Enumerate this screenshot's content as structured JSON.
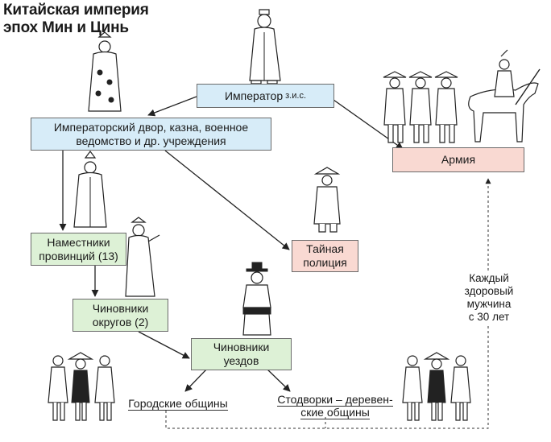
{
  "title": {
    "line1": "Китайская империя",
    "line2": "эпох Мин и Цинь"
  },
  "nodes": {
    "emperor": {
      "label": "Император",
      "sup": "з.и.с."
    },
    "court": {
      "line1": "Императорский двор, казна, военное",
      "line2": "ведомство и др. учреждения"
    },
    "army": {
      "label": "Армия"
    },
    "secret_police": {
      "line1": "Тайная",
      "line2": "полиция"
    },
    "governors": {
      "line1": "Наместники",
      "line2": "провинций (13)"
    },
    "district_officials": {
      "line1": "Чиновники",
      "line2": "округов (2)"
    },
    "county_officials": {
      "line1": "Чиновники",
      "line2": "уездов"
    },
    "city_communities": {
      "label": "Городские общины"
    },
    "village_communities": {
      "line1": "Стодворки – деревен-",
      "line2": "ские общины"
    }
  },
  "conscription_note": {
    "line1": "Каждый",
    "line2": "здоровый",
    "line3": "мужчина",
    "line4": "с 30 лет"
  },
  "colors": {
    "blue_box": "#d7ecf8",
    "pink_box": "#f9d9d2",
    "green_box": "#ddf1d6",
    "border": "#6b6b6b",
    "arrow": "#222222"
  },
  "illustrations": [
    "emperor-figure-icon",
    "court-official-figure-icon",
    "soldiers-group-icon",
    "cavalry-rider-icon",
    "governor-figure-icon",
    "district-official-figure-icon",
    "secret-police-figure-icon",
    "county-official-figure-icon",
    "city-peasants-group-icon",
    "village-peasants-group-icon"
  ]
}
